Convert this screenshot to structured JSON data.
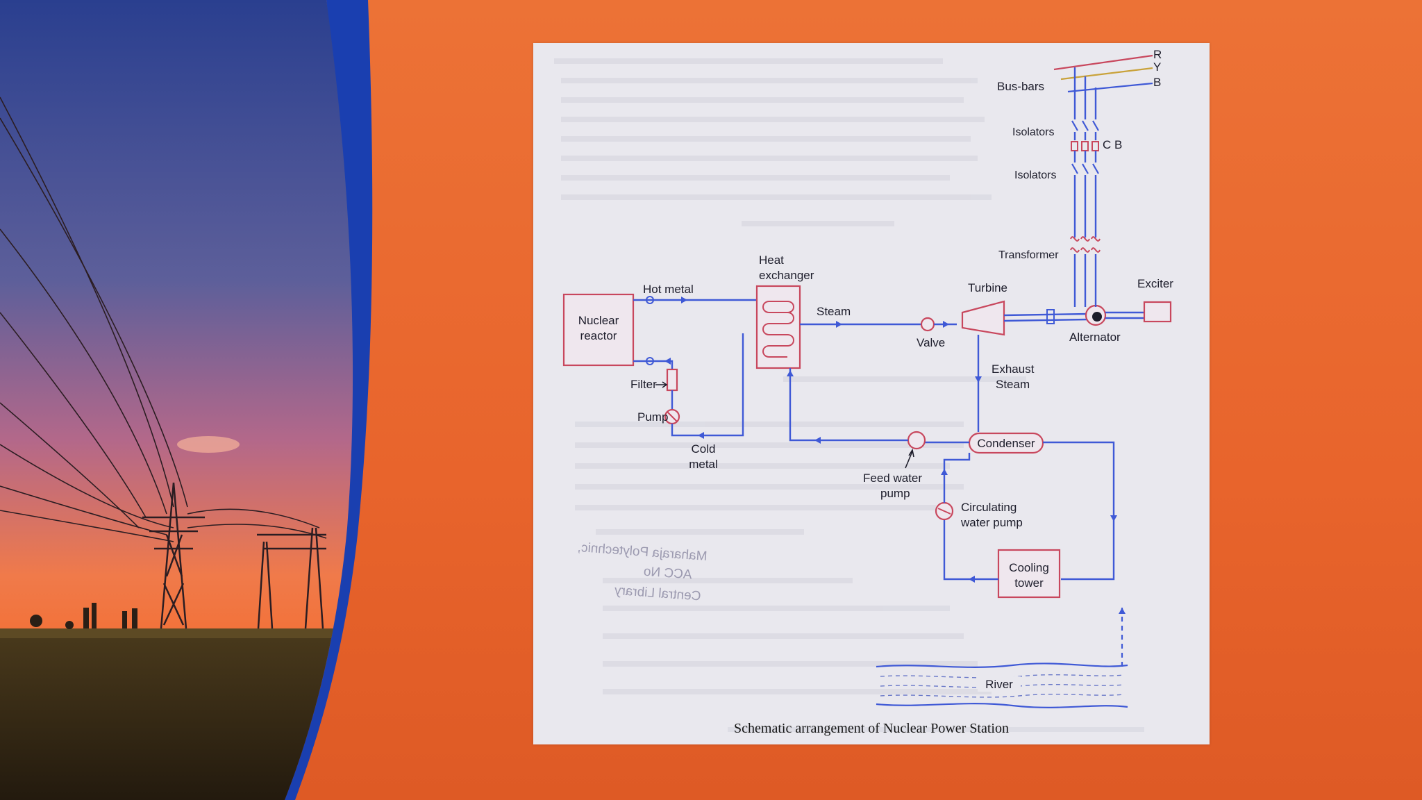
{
  "diagram": {
    "caption": "Schematic arrangement of Nuclear Power Station",
    "labels": {
      "nuclear_reactor": [
        "Nuclear",
        "reactor"
      ],
      "hot_metal": "Hot metal",
      "heat_exchanger": [
        "Heat",
        "exchanger"
      ],
      "steam": "Steam",
      "valve": "Valve",
      "turbine": "Turbine",
      "alternator": "Alternator",
      "exciter": "Exciter",
      "transformer": "Transformer",
      "isolators_top": "Isolators",
      "isolators_bottom": "Isolators",
      "cb": "C B",
      "bus_bars": "Bus-bars",
      "phase_r": "R",
      "phase_y": "Y",
      "phase_b": "B",
      "filter": "Filter",
      "pump": "Pump",
      "cold_metal": [
        "Cold",
        "metal"
      ],
      "exhaust_steam": [
        "Exhaust",
        "Steam"
      ],
      "condenser": "Condenser",
      "feed_water_pump": [
        "Feed water",
        "pump"
      ],
      "circulating_water_pump": [
        "Circulating",
        "water pump"
      ],
      "cooling_tower": [
        "Cooling",
        "tower"
      ],
      "river": "River"
    },
    "colors": {
      "pipe_blue": "#3f59d6",
      "component_red": "#c8475d",
      "paper": "#e9e8ee",
      "slide_orange": "#e8642c",
      "slide_blue": "#1a3fb0"
    }
  }
}
